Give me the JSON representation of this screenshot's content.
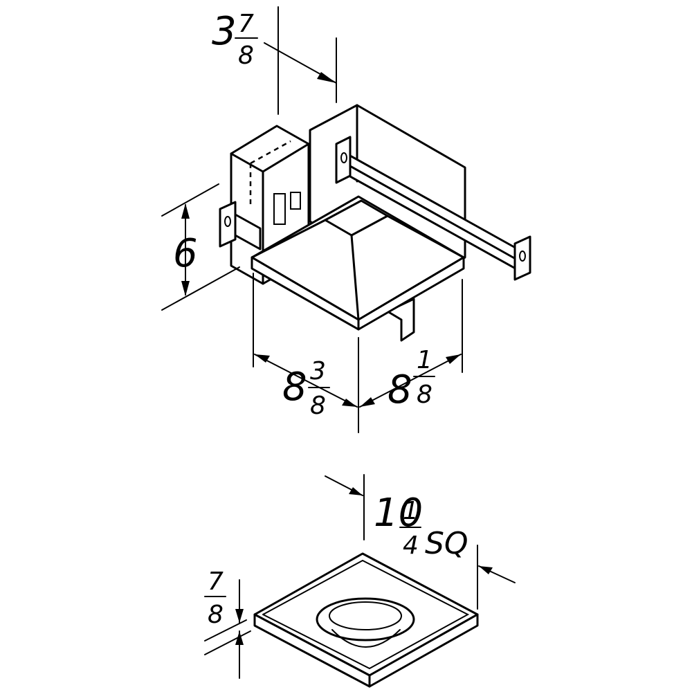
{
  "dimensions": {
    "depth": {
      "whole": "3",
      "num": "7",
      "den": "8"
    },
    "height": {
      "whole": "6"
    },
    "width_left": {
      "whole": "8",
      "num": "3",
      "den": "8"
    },
    "width_right": {
      "whole": "8",
      "num": "1",
      "den": "8"
    },
    "grille_size": {
      "whole": "10",
      "num": "1",
      "den": "4",
      "suffix": "SQ"
    },
    "grille_depth": {
      "num": "7",
      "den": "8"
    }
  }
}
